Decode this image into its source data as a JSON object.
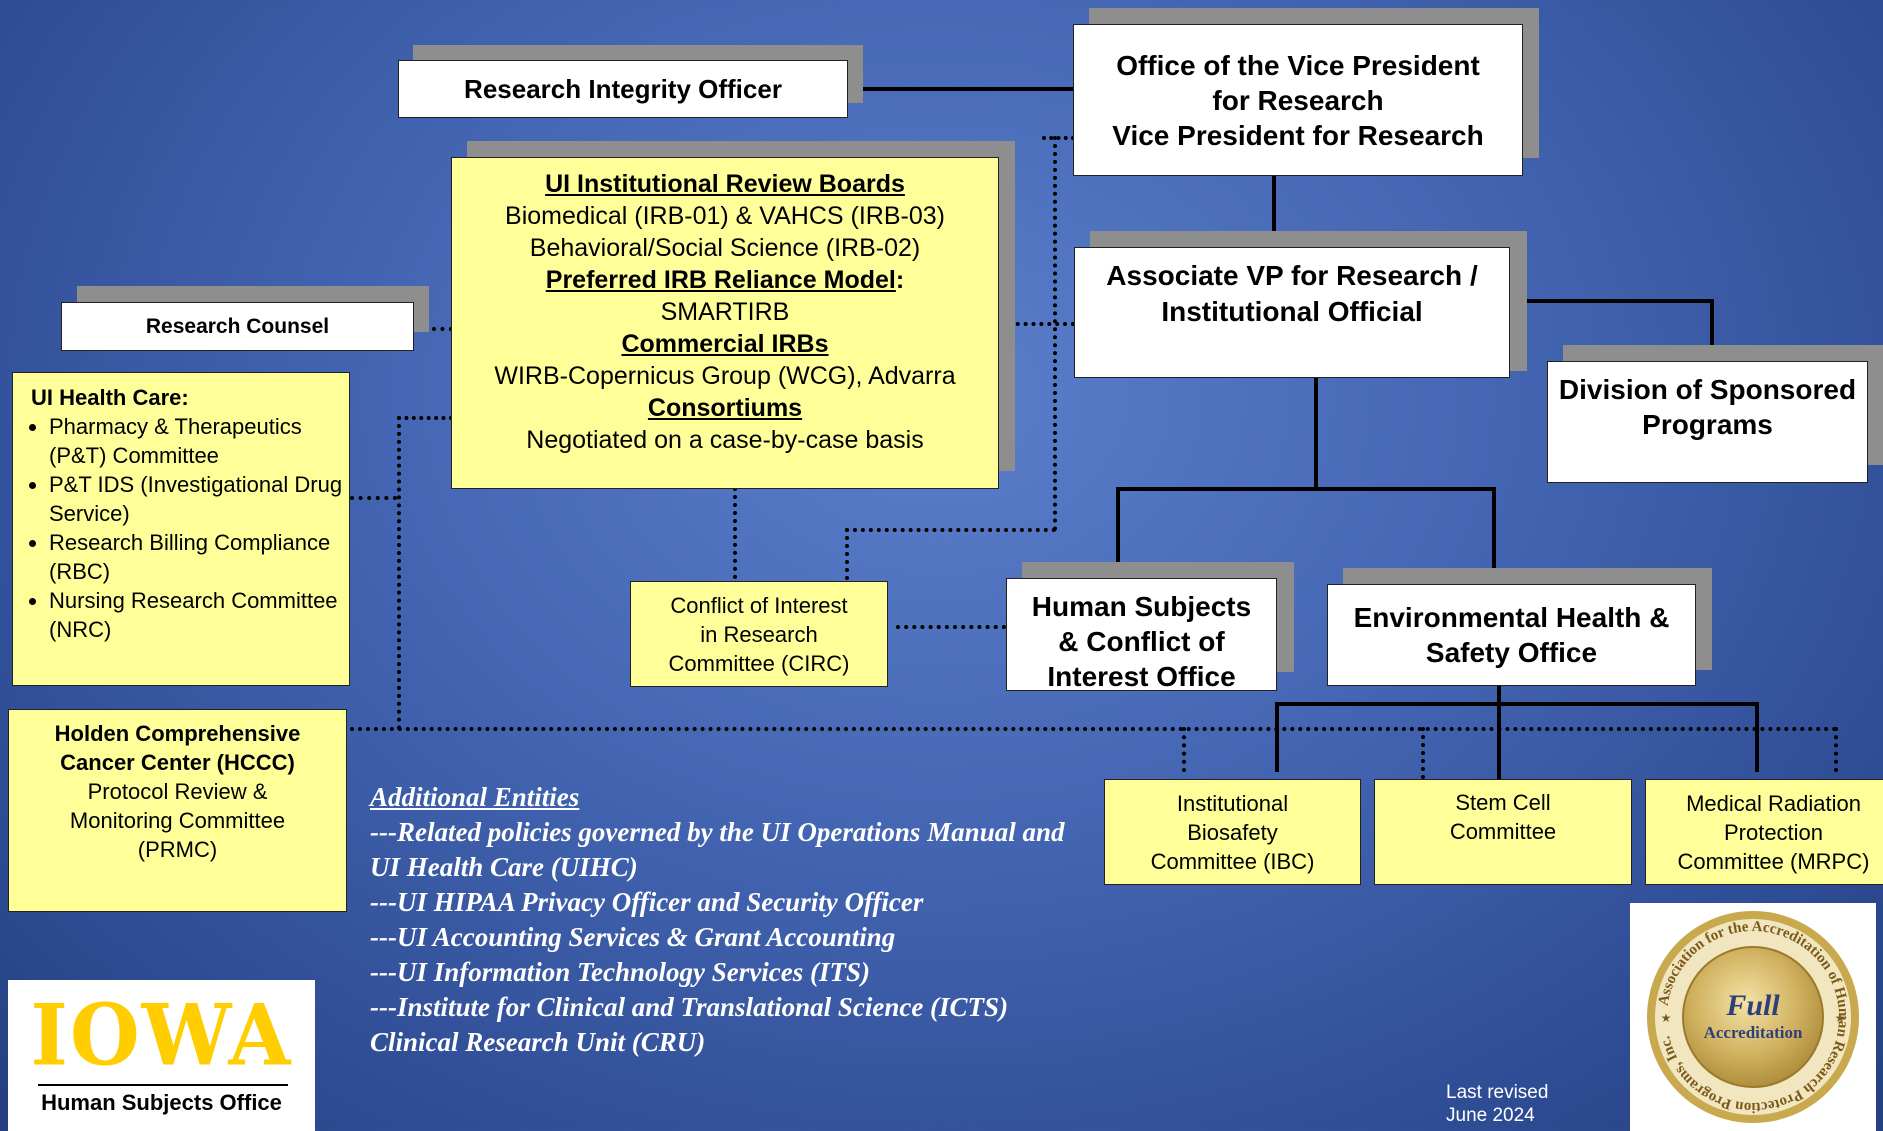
{
  "vpr": {
    "line1": "Office of the Vice President",
    "line2": "for Research",
    "line3": "Vice President for Research"
  },
  "rio": {
    "label": "Research Integrity Officer"
  },
  "irb": {
    "h1": "UI Institutional Review Boards",
    "l1": "Biomedical (IRB-01) & VAHCS (IRB-03)",
    "l2": "Behavioral/Social Science (IRB-02)",
    "h2": "Preferred IRB Reliance Model",
    "h2_suffix": ":",
    "l3": "SMARTIRB",
    "h3": "Commercial IRBs",
    "l4": "WIRB-Copernicus Group (WCG), Advarra",
    "h4": "Consortiums",
    "l5": "Negotiated on a case-by-case basis"
  },
  "avpr": {
    "line1": "Associate VP for Research /",
    "line2": "Institutional Official"
  },
  "dsp": {
    "line1": "Division of Sponsored",
    "line2": "Programs"
  },
  "counsel": {
    "label": "Research Counsel"
  },
  "uihc": {
    "title": "UI Health Care:",
    "items": [
      "Pharmacy & Therapeutics (P&T) Committee",
      "P&T IDS (Investigational Drug Service)",
      "Research Billing Compliance (RBC)",
      "Nursing Research Committee (NRC)"
    ]
  },
  "circ": {
    "line1": "Conflict of Interest",
    "line2": "in Research",
    "line3": "Committee (CIRC)"
  },
  "hscoi": {
    "line1": "Human Subjects",
    "line2": "& Conflict of",
    "line3": "Interest Office"
  },
  "ehs": {
    "line1": "Environmental Health &",
    "line2": "Safety Office"
  },
  "hccc": {
    "line1": "Holden Comprehensive",
    "line2": "Cancer Center (HCCC)",
    "line3": "Protocol Review &",
    "line4": "Monitoring Committee",
    "line5": "(PRMC)"
  },
  "ibc": {
    "line1": "Institutional",
    "line2": "Biosafety",
    "line3": "Committee (IBC)"
  },
  "stem": {
    "line1": "Stem Cell",
    "line2": "Committee"
  },
  "mrpc": {
    "line1": "Medical Radiation",
    "line2": "Protection",
    "line3": "Committee (MRPC)"
  },
  "entities": {
    "title": "Additional Entities",
    "lines": [
      "---Related policies governed by the UI Operations Manual and UI Health Care (UIHC)",
      "---UI HIPAA Privacy Officer and Security Officer",
      "---UI Accounting Services & Grant Accounting",
      "---UI Information Technology Services (ITS)",
      "---Institute for Clinical and Translational Science (ICTS) Clinical Research Unit (CRU)"
    ]
  },
  "logo": {
    "word": "IOWA",
    "caption": "Human Subjects Office"
  },
  "seal": {
    "ring_text": "Association for the Accreditation of Human Research Protection Programs, Inc.",
    "line1": "Full",
    "line2": "Accreditation"
  },
  "revised": {
    "line1": "Last revised",
    "line2": "June 2024"
  },
  "colors": {
    "yellow_box": "#ffff99",
    "logo_gold": "#ffcd00",
    "seal_gold": "#c9a94e"
  }
}
